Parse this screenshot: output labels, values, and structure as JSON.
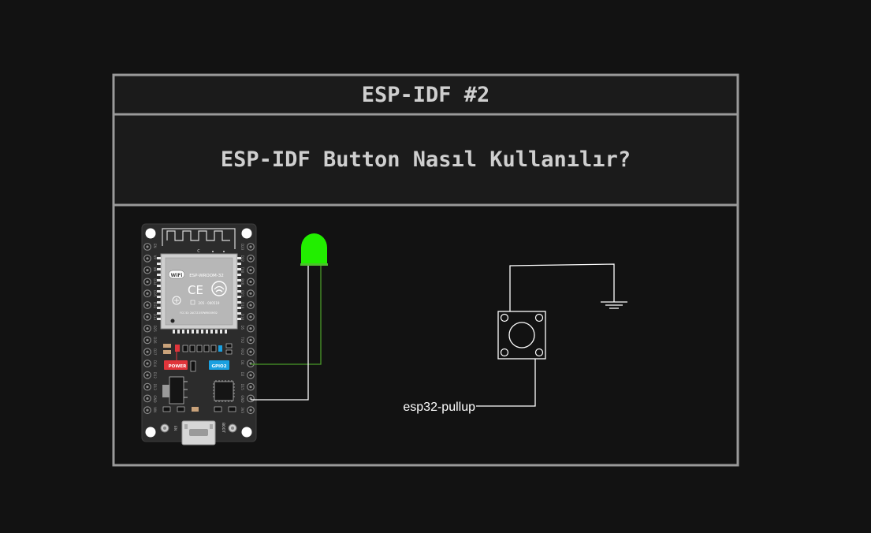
{
  "header": {
    "title": "ESP-IDF #2",
    "subtitle": "ESP-IDF Button Nasıl Kullanılır?"
  },
  "board": {
    "module_name": "ESP-WROOM-32",
    "wifi_badge": "WiFi",
    "ce_mark": "CE",
    "power_label": "POWER",
    "gpio_label": "GPIO2",
    "en_label": "EN",
    "boot_label": "BOOT",
    "module_fcc": "FCC ID: 2AC7Z-ESPWROOM32",
    "module_cert": "205 - 000519",
    "antenna_mark": "C",
    "left_pins": [
      "EN",
      "VP",
      "VN",
      "D34",
      "D35",
      "D32",
      "D33",
      "D25",
      "D26",
      "D27",
      "D14",
      "D12",
      "D13",
      "GND",
      "VIN"
    ],
    "right_pins": [
      "D23",
      "D22",
      "TX0",
      "RX0",
      "D21",
      "D19",
      "D18",
      "D5",
      "TX2",
      "RX2",
      "D4",
      "D2",
      "D15",
      "GND",
      "3V3"
    ]
  },
  "button": {
    "label": "esp32-pullup"
  },
  "colors": {
    "background": "#121212",
    "frame": "#9a9a9a",
    "title_text": "#cfcfcf",
    "led": "#22ee00",
    "led_wire": "#4a9a2a",
    "wire": "#ffffff",
    "board": "#2c2c2c",
    "power_badge": "#e0353b",
    "gpio_badge": "#1aa0e0"
  },
  "icons": {
    "led": "led-icon",
    "button": "pushbutton-icon",
    "ground": "ground-icon",
    "wifi": "wifi-icon"
  }
}
